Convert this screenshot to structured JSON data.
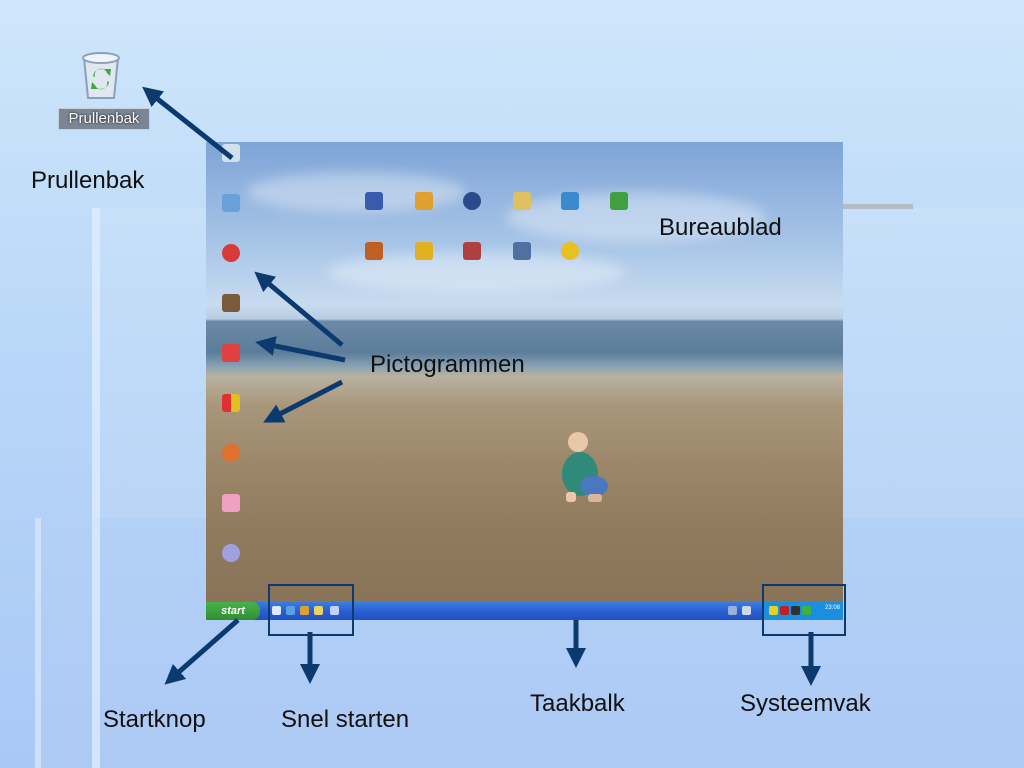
{
  "recycle_bin": {
    "label": "Prullenbak"
  },
  "callouts": {
    "prullenbak": "Prullenbak",
    "bureaublad": "Bureaublad",
    "pictogrammen": "Pictogrammen",
    "startknop": "Startknop",
    "snel_starten": "Snel starten",
    "taakbalk": "Taakbalk",
    "systeemvak": "Systeemvak"
  },
  "colors": {
    "arrow": "#0d3a6e",
    "start_button": "#2f8f32",
    "taskbar": "#2a5fd0"
  },
  "desktop": {
    "taskbar": {
      "start_label": "start",
      "clock": "23:08"
    }
  }
}
